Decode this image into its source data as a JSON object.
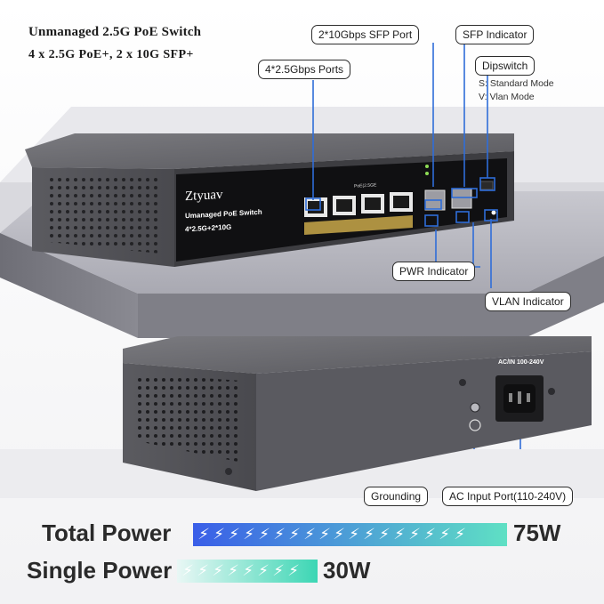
{
  "headline": {
    "line1": "Unmanaged 2.5G PoE Switch",
    "line2": "4 x 2.5G PoE+, 2 x 10G SFP+"
  },
  "callouts": {
    "sfp_port": "2*10Gbps SFP Port",
    "sfp_indicator": "SFP Indicator",
    "dipswitch": "Dipswitch",
    "ports": "4*2.5Gbps Ports",
    "pwr_indicator": "PWR Indicator",
    "vlan_indicator": "VLAN Indicator",
    "grounding": "Grounding",
    "ac_input": "AC Input Port(110-240V)"
  },
  "dipswitch_modes": [
    "S: Standard Mode",
    "V: Vlan Mode"
  ],
  "device": {
    "brand": "Ztyuav",
    "model": "Umanaged PoE Switch",
    "spec": "4*2.5G+2*10G",
    "poe_label": "PoE(2.5GE",
    "ac_label": "AC/IN 100-240V"
  },
  "power": {
    "total_label": "Total Power",
    "total_value": "75W",
    "total_bolts": 18,
    "single_label": "Single Power",
    "single_value": "30W",
    "single_bolts": 8,
    "colors": {
      "total_start": "#3a5ee8",
      "total_end": "#5fe0c4",
      "single_start": "#e9f7f5",
      "single_end": "#3cd6b4"
    }
  }
}
